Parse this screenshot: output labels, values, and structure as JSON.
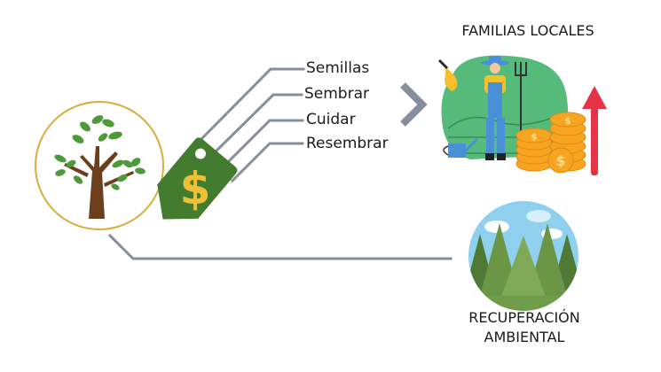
{
  "diagram": {
    "steps": [
      "Semillas",
      "Sembrar",
      "Cuidar",
      "Resembrar"
    ],
    "outcomes": {
      "families": "FAMILIAS LOCALES",
      "recovery_line1": "RECUPERACIÓN",
      "recovery_line2": "AMBIENTAL"
    },
    "icons": {
      "tree": "tree-icon",
      "price_tag": "price-tag-icon",
      "chevron": "chevron-right-icon",
      "farmer": "farmer-income-illustration",
      "forest": "forest-icon"
    },
    "colors": {
      "connector": "#868e9c",
      "ring": "#d9ad3a",
      "tag": "#437c2f",
      "dollar": "#f0bf38",
      "arrow": "#e63347"
    }
  }
}
